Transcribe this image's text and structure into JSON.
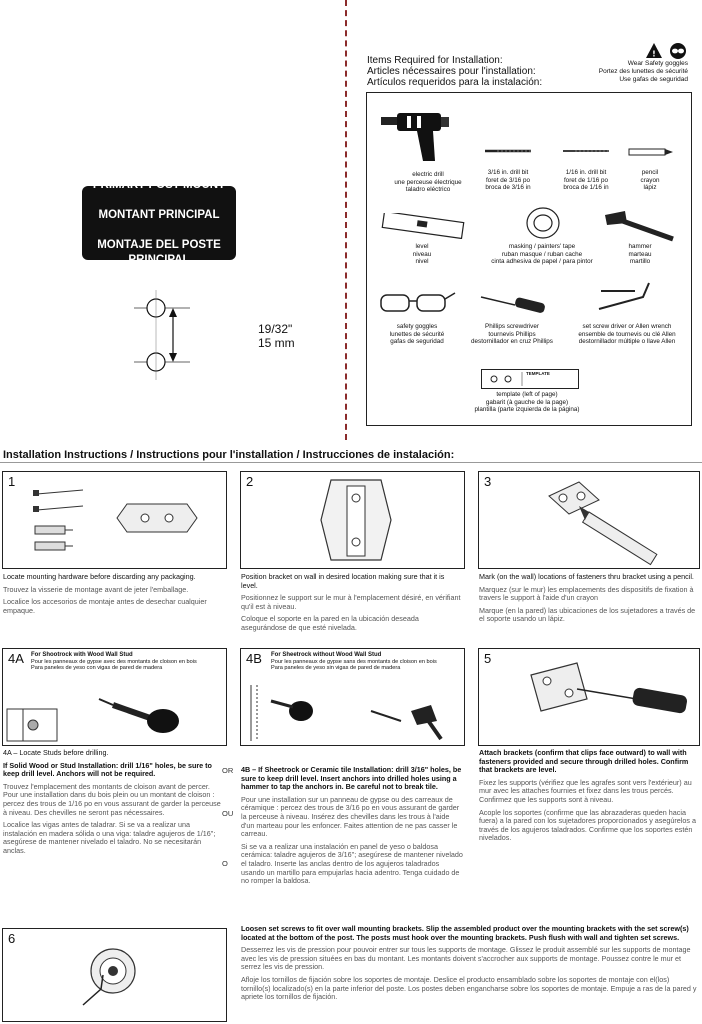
{
  "primary_mount": {
    "title_en": "PRIMARY POST MOUNT",
    "title_fr": "MONTANT PRINCIPAL",
    "title_es": "MONTAJE DEL POSTE\nPRINCIPAL"
  },
  "measurement": {
    "inches": "19/32\"",
    "mm": "15 mm"
  },
  "items_required": {
    "en": "Items Required for Installation:",
    "fr": "Articles nécessaires pour l'installation:",
    "es": "Artículos requeridos para la instalación:"
  },
  "safety": {
    "en": "Wear Safety goggles",
    "fr": "Portez des lunettes de sécurité",
    "es": "Use gafas de seguridad"
  },
  "tools": {
    "drill": "electric drill\nune perceuse électrique\ntaladro eléctrico",
    "bit316": "3/16 in. drill bit\nforet de 3/16 po\nbroca de 3/16 in",
    "bit116": "1/16 in. drill bit\nforet de 1/16 po\nbroca de 1/16 in",
    "pencil": "pencil\ncrayon\nlápiz",
    "level": "level\nniveau\nnivel",
    "tape": "masking / painters' tape\nruban masque / ruban cache\ncinta adhesiva de papel / para pintor",
    "hammer": "hammer\nmarteau\nmartillo",
    "goggles": "safety goggles\nlunettes de sécurité\ngafas de seguridad",
    "screwdriver": "Phillips screwdriver\ntournevis Phillips\ndestornillador en cruz Phillips",
    "wrench": "set screw driver or Allen wrench\nensemble de tournevis ou clé Allen\ndestornillador múltiple o llave Allen",
    "template_label": "TEMPLATE",
    "template": "template (left of page)\ngabarit (à gauche de la page)\nplantilla (parte izquierda de la página)"
  },
  "instructions_title": "Installation Instructions / Instructions pour l'installation / Instrucciones de instalación:",
  "step1": {
    "num": "1",
    "en": "Locate mounting hardware before discarding any packaging.",
    "fr": "Trouvez la visserie de montage avant de jeter l'emballage.",
    "es": "Localice los accesorios de montaje antes de desechar cualquier empaque."
  },
  "step2": {
    "num": "2",
    "en": "Position bracket on wall in desired location making sure that it is level.",
    "fr": "Positionnez le support sur le mur à l'emplacement désiré, en vérifiant qu'il est à niveau.",
    "es": "Coloque el soporte en la pared en la ubicación deseada asegurándose de que esté nivelada."
  },
  "step3": {
    "num": "3",
    "en": "Mark (on the wall) locations of fasteners thru bracket using a pencil.",
    "fr": "Marquez (sur le mur) les emplacements des dispositifs de fixation à travers le support à l'aide d'un crayon",
    "es": "Marque (en la pared) las ubicaciones de los sujetadores a través de el soporte usando un lápiz."
  },
  "step4a": {
    "num": "4A",
    "note_en": "For Shootrock with Wood Wall Stud",
    "note_fr": "Pour les panneaux de gypse avec des montants de cloison en bois",
    "note_es": "Para paneles de yeso con vigas de pared de madera",
    "caption": "4A – Locate Studs before drilling.",
    "en": "If Solid Wood or Stud Installation: drill 1/16\" holes, be sure to keep drill level. Anchors will not be required.",
    "fr": "Trouvez l'emplacement des montants de cloison avant de percer. Pour une installation dans du bois plein ou un montant de cloison : percez des trous de 1/16 po en vous assurant de garder la perceuse à niveau. Des chevilles ne seront pas nécessaires.",
    "es": "Localice las vigas antes de taladrar. Si se va a realizar una instalación en madera sólida o una viga: taladre agujeros de 1/16\"; asegúrese de mantener nivelado el taladro. No se necesitarán anclas."
  },
  "step4b": {
    "num": "4B",
    "note_en": "For Sheetrock without Wood Wall Stud",
    "note_fr": "Pour les panneaux de gypse sans des montants de cloison en bois",
    "note_es": "Para paneles de yeso sin vigas de pared de madera",
    "or_en": "OR",
    "or_fr": "OU",
    "or_es": "O",
    "en": "4B – If Sheetrock or Ceramic tile Installation: drill 3/16\" holes, be sure to keep drill level. Insert anchors into drilled holes using a hammer to tap the anchors in. Be careful not to break tile.",
    "fr": "Pour une installation sur un panneau de gypse ou des carreaux de céramique : percez des trous de 3/16 po en vous assurant de garder la perceuse à niveau. Insérez des chevilles dans les trous à l'aide d'un marteau pour les enfoncer. Faites attention de ne pas casser le carreau.",
    "es": "Si se va a realizar una instalación en panel de yeso o baldosa cerámica: taladre agujeros de 3/16\"; asegúrese de mantener nivelado el taladro. Inserte las anclas dentro de los agujeros taladrados usando un martillo para empujarlas hacia adentro. Tenga cuidado de no romper la baldosa."
  },
  "step5": {
    "num": "5",
    "en": "Attach brackets (confirm that clips face outward) to wall with fasteners provided and secure through drilled holes. Confirm that brackets are level.",
    "fr": "Fixez les supports (vérifiez que les agrafes sont vers l'extérieur) au mur avec les attaches fournies et fixez dans les trous percés. Confirmez que les supports sont à niveau.",
    "es": "Acople los soportes (confirme que las abrazaderas queden hacia fuera) a la pared con los sujetadores proporcionados y asegúrelos a través de los agujeros taladrados. Confirme que los soportes estén nivelados."
  },
  "step6": {
    "num": "6",
    "en": "Loosen set screws to fit over wall mounting brackets. Slip the assembled product over the mounting brackets with the set screw(s) located at the bottom of the post. The posts must hook over the mounting brackets. Push flush with wall and tighten set screws.",
    "fr": "Desserrez les vis de pression pour pouvoir entrer sur tous les supports de montage. Glissez le produit assemblé sur les supports de montage avec les vis de pression situées en bas du montant. Les montants doivent s'accrocher aux supports de montage. Poussez contre le mur et serrez les vis de pression.",
    "es": "Afloje los tornillos de fijación sobre los soportes de montaje. Deslice el producto ensamblado sobre los soportes de montaje con el(los) tornillo(s) localizado(s) en la parte inferior del poste. Los postes deben engancharse sobre los soportes de montaje. Empuje a ras de la pared y apriete los tornillos de fijación."
  }
}
